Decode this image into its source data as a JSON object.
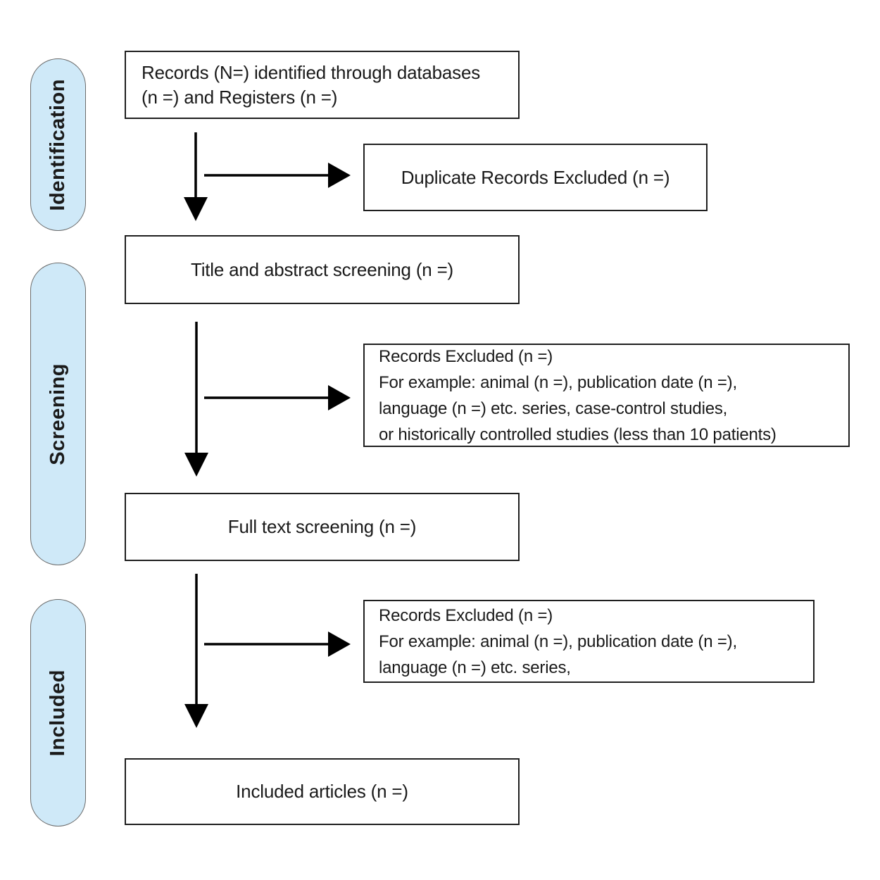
{
  "stages": [
    {
      "id": "identification",
      "label": "Identification"
    },
    {
      "id": "screening",
      "label": "Screening"
    },
    {
      "id": "included",
      "label": "Included"
    }
  ],
  "boxes": {
    "records_identified": {
      "lines": [
        "Records (N=) identified through databases",
        "(n =) and Registers (n =)"
      ]
    },
    "duplicates_excluded": {
      "text": "Duplicate Records Excluded (n =)"
    },
    "title_abstract_screening": {
      "text": "Title and abstract screening (n =)"
    },
    "records_excluded_screening": {
      "lines": [
        "Records Excluded (n =)",
        "For example: animal (n =), publication date (n =),",
        "language (n =) etc. series, case-control studies,",
        "or historically controlled studies (less than 10 patients)"
      ]
    },
    "full_text_screening": {
      "text": "Full text screening (n =)"
    },
    "records_excluded_full_text": {
      "lines": [
        "Records Excluded (n =)",
        "For example: animal (n =), publication date (n =),",
        "language (n =) etc. series,"
      ]
    },
    "included_articles": {
      "text": "Included articles (n =)"
    }
  },
  "colors": {
    "stage_fill": "#cfe9f8",
    "stage_border": "#6b6b6b",
    "box_border": "#1f1f1f",
    "text": "#1a1a1a",
    "arrow": "#000000",
    "background": "#ffffff"
  }
}
